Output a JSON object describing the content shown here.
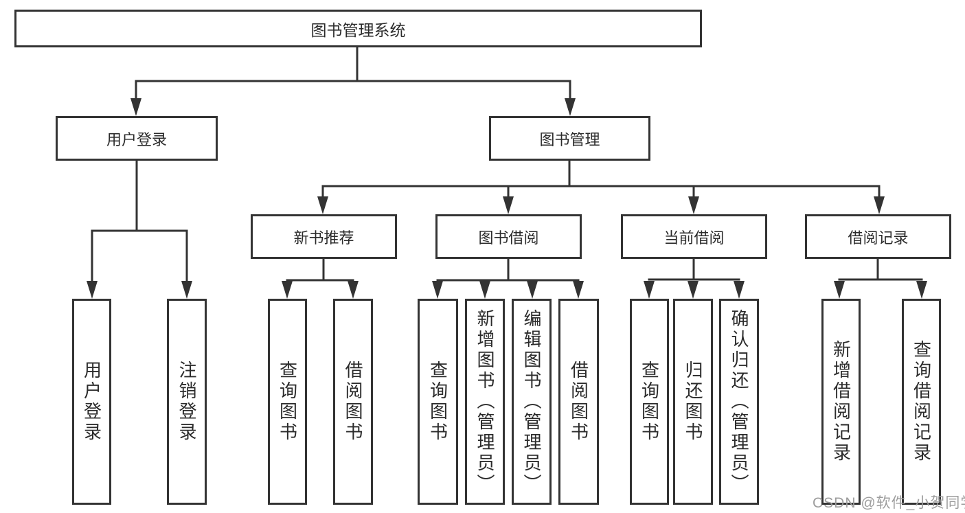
{
  "diagram": {
    "root": "图书管理系统",
    "level1": [
      "用户登录",
      "图书管理"
    ],
    "level2": [
      "新书推荐",
      "图书借阅",
      "当前借阅",
      "借阅记录"
    ],
    "leaves": {
      "login": [
        "用户登录",
        "注销登录"
      ],
      "recommend": [
        "查询图书",
        "借阅图书"
      ],
      "borrow": [
        "查询图书",
        "新增图书（管理员）",
        "编辑图书（管理员）",
        "借阅图书"
      ],
      "current": [
        "查询图书",
        "归还图书",
        "确认归还（管理员）"
      ],
      "records": [
        "新增借阅记录",
        "查询借阅记录"
      ]
    }
  },
  "watermark": "CSDN @软件_小贺同学",
  "colors": {
    "line": "#333333",
    "box_border": "#333333",
    "text": "#2b2b2b",
    "watermark": "#9d9d9d",
    "background": "#ffffff"
  }
}
